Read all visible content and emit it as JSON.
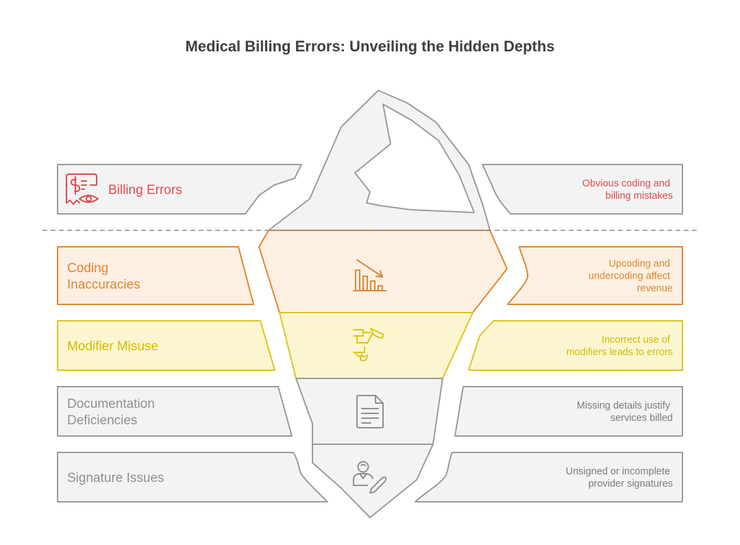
{
  "title": "Medical Billing Errors: Unveiling the Hidden Depths",
  "colors": {
    "red": "#de4b4b",
    "orange": "#e0852f",
    "yellow": "#ddc41c",
    "gray": "#9a9a9a",
    "text_gray": "#7b7b7b",
    "orange_fill": "#fdefe2",
    "yellow_fill": "#fbf6cf",
    "gray_fill": "#f3f3f3",
    "waterline": "#8c8c8c"
  },
  "layers": [
    {
      "id": "billing-errors",
      "label_lines": [
        "Billing Errors"
      ],
      "description_lines": [
        "Obvious coding and",
        "billing mistakes"
      ],
      "icon": "receipt-eye-icon",
      "color": "#de4b4b"
    },
    {
      "id": "coding-inaccuracies",
      "label_lines": [
        "Coding",
        "Inaccuracies"
      ],
      "description_lines": [
        "Upcoding and",
        "undercoding affect",
        "revenue"
      ],
      "icon": "declining-bar-chart-icon",
      "color": "#e0852f"
    },
    {
      "id": "modifier-misuse",
      "label_lines": [
        "Modifier Misuse"
      ],
      "description_lines": [
        "Incorrect use of",
        "modifiers leads to errors"
      ],
      "icon": "tools-icon",
      "color": "#d6b900"
    },
    {
      "id": "documentation-deficiencies",
      "label_lines": [
        "Documentation",
        "Deficiencies"
      ],
      "description_lines": [
        "Missing details justify",
        "services billed"
      ],
      "icon": "document-icon",
      "color": "#8f8f8f"
    },
    {
      "id": "signature-issues",
      "label_lines": [
        "Signature Issues"
      ],
      "description_lines": [
        "Unsigned or incomplete",
        "provider signatures"
      ],
      "icon": "person-signature-icon",
      "color": "#8f8f8f"
    }
  ]
}
